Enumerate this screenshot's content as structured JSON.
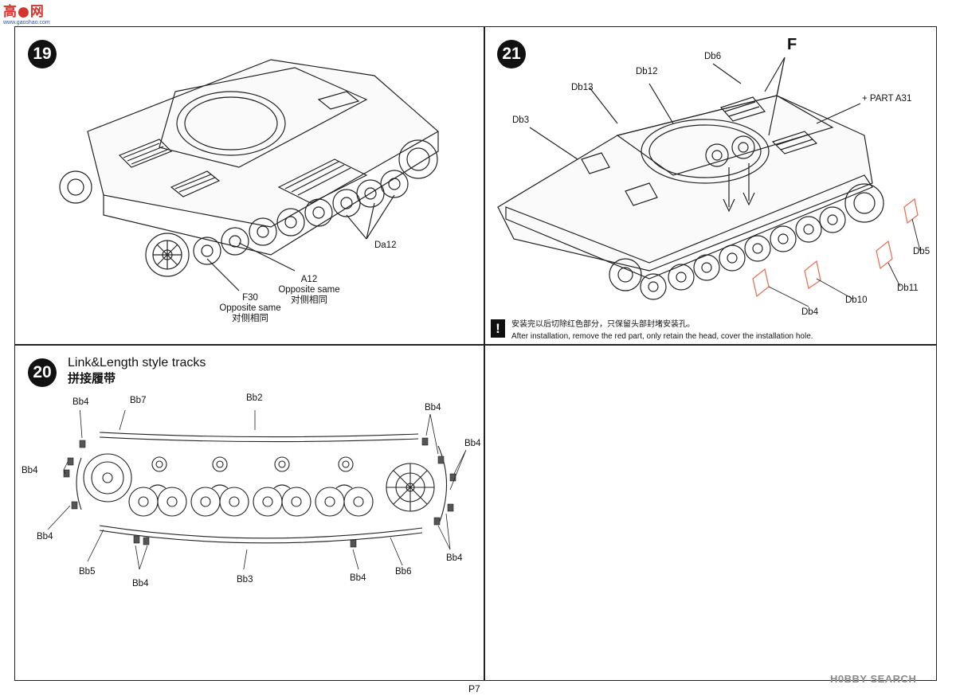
{
  "watermark": {
    "site_glyphs": "高●网",
    "site_url": "www.gaoshao.com",
    "bottom_right": "H0BBY SEARCH"
  },
  "page": {
    "number": "P7"
  },
  "steps": {
    "s19": {
      "number": "19",
      "callouts": {
        "da12": "Da12",
        "a12": "A12",
        "a12_en": "Opposite same",
        "a12_zh": "对侧相同",
        "f30": "F30",
        "f30_en": "Opposite same",
        "f30_zh": "对侧相同"
      }
    },
    "s21": {
      "number": "21",
      "callouts": {
        "f": "F",
        "db6": "Db6",
        "db12": "Db12",
        "db13": "Db13",
        "db3": "Db3",
        "part_a31": "+ PART A31",
        "db5": "Db5",
        "db11": "Db11",
        "db10": "Db10",
        "db4": "Db4"
      },
      "warning": {
        "icon": "!",
        "zh": "安装完以后切除红色部分，只保留头部封堵安装孔。",
        "en": "After installation, remove the red part, only retain the head, cover the installation hole."
      }
    },
    "s20": {
      "number": "20",
      "title_en": "Link&Length style tracks",
      "title_zh": "拼接履带",
      "callouts": {
        "bb4_tl": "Bb4",
        "bb7": "Bb7",
        "bb2": "Bb2",
        "bb4_tr": "Bb4",
        "bb4_r": "Bb4",
        "bb4_l": "Bb4",
        "bb4_bl": "Bb4",
        "bb5": "Bb5",
        "bb4_b1": "Bb4",
        "bb3": "Bb3",
        "bb4_b2": "Bb4",
        "bb6": "Bb6",
        "bb4_br": "Bb4"
      }
    }
  },
  "colors": {
    "red_part": "#e8735a",
    "ink": "#222222"
  }
}
